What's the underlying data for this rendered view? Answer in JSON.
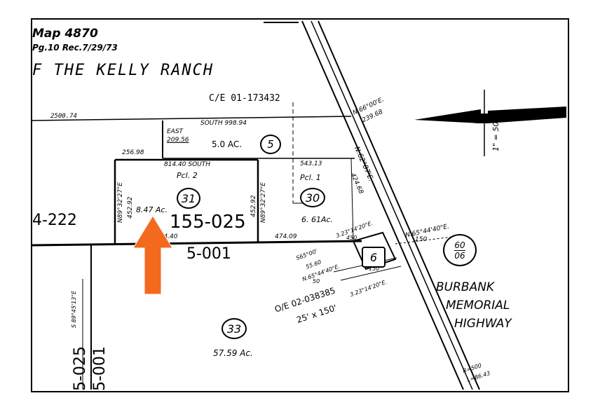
{
  "header": {
    "map_ref": "Map 4870",
    "page_ref": "Pg.10 Rec.7/29/73",
    "tract": "F THE KELLY RANCH"
  },
  "easements": {
    "ce": "C/E 01-173432",
    "oe_line1": "O/E 02-038385",
    "oe_line2": "25' x 150'"
  },
  "parcels": {
    "p5": {
      "num": "5",
      "area": "5.0 AC."
    },
    "p31": {
      "num": "31",
      "label": "Pcl. 2",
      "area": "8.47 Ac."
    },
    "p30": {
      "num": "30",
      "label": "Pcl. 1",
      "area": "6. 61Ac."
    },
    "p6": {
      "num": "6"
    },
    "p33": {
      "num": "33",
      "area": "57.59 Ac."
    },
    "p60": {
      "top": "60",
      "bottom": "06"
    }
  },
  "book_numbers": {
    "left": "4-222",
    "center": "155-025",
    "road": "5-001",
    "bottom_left_1": "5-025",
    "bottom_left_2": "5-001"
  },
  "dimensions": {
    "top_left": "2500.74",
    "east": "EAST",
    "d20956": "209.56",
    "south_998": "SOUTH    998.94",
    "d256": "256.98",
    "d814_top": "814.40   SOUTH",
    "d543": "543.13",
    "d45292_left": "452.92",
    "d45292_right": "452.92",
    "d814_bot": "814.40",
    "d474": "474.09",
    "bearing_left": "N89°32'27\"E",
    "bearing_right": "N89°32'27\"E",
    "ne_66": "N.66°00'E.",
    "ne_66_len": "239.68",
    "ne_62": "N.62°07'E.",
    "ne_62_len": "424.68",
    "ne_65": "N.65°44'40\"E.",
    "ne_65_len": "150",
    "s65a": "S65°00'",
    "s65a_len": "55.60",
    "n65b": "N.65°44'40\"E.",
    "n65b_len": "50",
    "d23a": "3.23°14'20\"E.",
    "d23a_len": "450",
    "d23b": "3.23°14'20\"E.",
    "d23b_len": "150",
    "s89": "S 89°45'13\"E",
    "curve_r": "R=500",
    "curve_l": "L=86.43",
    "scale": "1\" = 500'"
  },
  "road": {
    "line1": "BURBANK",
    "line2": "MEMORIAL",
    "line3": "HIGHWAY"
  },
  "colors": {
    "arrow": "#f36a1f",
    "ink": "#000000"
  }
}
